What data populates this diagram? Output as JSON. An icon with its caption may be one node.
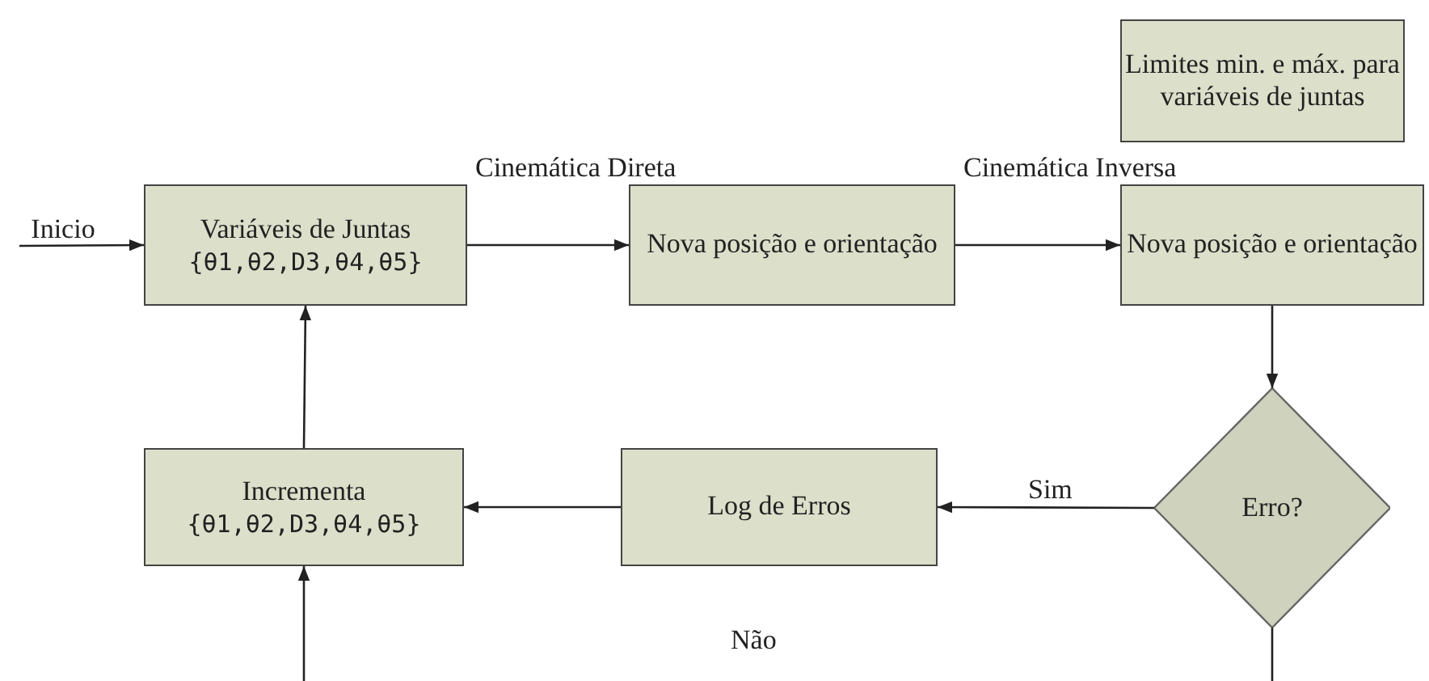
{
  "diagram": {
    "nodes": [
      {
        "text": [
          "Limites min. e máx. para variáveis de juntas"
        ]
      },
      {
        "text": [
          "Inicio"
        ]
      },
      {
        "text": [
          "Variáveis de Juntas",
          "{θ1,θ2,D3,θ4,θ5}"
        ]
      },
      {
        "text": [
          "Nova posição e orientação"
        ]
      },
      {
        "text": [
          "Nova posição e orientação"
        ]
      },
      {
        "text": [
          "Erro?"
        ]
      },
      {
        "text": [
          "Log de Erros"
        ]
      },
      {
        "text": [
          "Incrementa",
          "{θ1,θ2,D3,θ4,θ5}"
        ]
      }
    ],
    "edges": [
      {
        "from": 1,
        "to": 2,
        "arrow": "to"
      },
      {
        "from": 2,
        "to": 3,
        "arrow": "to",
        "label": "Cinemática Direta"
      },
      {
        "from": 3,
        "to": 4,
        "arrow": "to",
        "label": "Cinemática Inversa"
      },
      {
        "from": 4,
        "to": 5,
        "arrow": "to"
      },
      {
        "from": 5,
        "to": 6,
        "arrow": "to",
        "label": "Sim"
      },
      {
        "from": 6,
        "to": 7,
        "arrow": "to"
      },
      {
        "from": 7,
        "to": 2,
        "arrow": "to"
      },
      {
        "from": 5,
        "to": 7,
        "arrow": "to",
        "label": "Não"
      }
    ]
  }
}
